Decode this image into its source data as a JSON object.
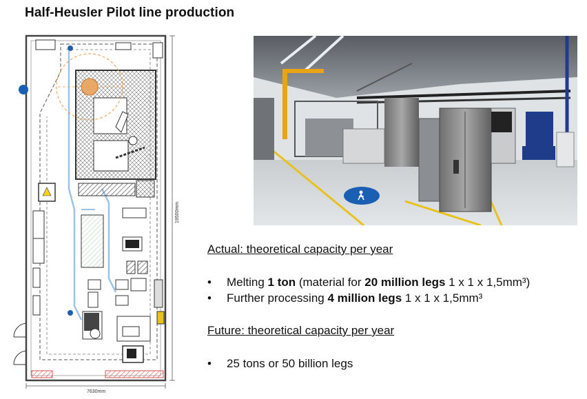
{
  "title": "Half-Heusler Pilot line production",
  "plan": {
    "dim_height": "19500mm",
    "dim_width": "7630mm"
  },
  "photo": {
    "description_icon": "pedestrian-floor-sign-icon"
  },
  "actual": {
    "heading": "Actual: theoretical capacity per year",
    "items": [
      {
        "pre": "Melting ",
        "b1": "1 ton",
        "mid": " (material for ",
        "b2": "20 million legs",
        "post": " 1 x 1 x 1,5mm³)"
      },
      {
        "pre": "Further processing ",
        "b1": "4 million legs",
        "post": " 1 x 1 x 1,5mm³"
      }
    ]
  },
  "future": {
    "heading": "Future: theoretical capacity per year",
    "items": [
      {
        "text": "25 tons or 50 billion legs"
      }
    ]
  },
  "colors": {
    "hatch_red": "#d9534f",
    "walkway_blue": "#9cc3e6",
    "safety_orange": "#e69a4c",
    "floor_yellow": "#e8c21a",
    "sign_blue": "#1a5fb4"
  }
}
